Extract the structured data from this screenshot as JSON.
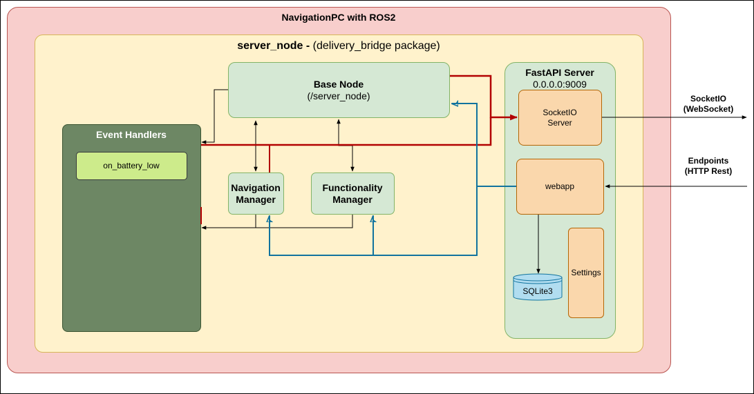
{
  "outer": {
    "title": "NavigationPC with ROS2"
  },
  "inner": {
    "title_bold": "server_node -",
    "title_rest": " (delivery_bridge package)"
  },
  "base_node": {
    "title": "Base Node",
    "subtitle": "(/server_node)"
  },
  "event_handlers": {
    "title": "Event Handlers",
    "items": [
      "on_battery_low"
    ]
  },
  "navigation_manager": {
    "line1": "Navigation",
    "line2": "Manager"
  },
  "functionality_manager": {
    "line1": "Functionality",
    "line2": "Manager"
  },
  "fastapi": {
    "title": "FastAPI Server",
    "address": "0.0.0.0:9009"
  },
  "socketio_server": {
    "line1": "SocketIO",
    "line2": "Server"
  },
  "webapp": {
    "label": "webapp"
  },
  "sqlite": {
    "label": "SQLite3"
  },
  "settings": {
    "label": "Settings"
  },
  "external": {
    "socketio": {
      "line1": "SocketIO",
      "line2": "(WebSocket)"
    },
    "endpoints": {
      "line1": "Endpoints",
      "line2": "(HTTP Rest)"
    }
  },
  "colors": {
    "red_link": "#b20000",
    "blue_link": "#10739e",
    "black_link": "#000000"
  }
}
